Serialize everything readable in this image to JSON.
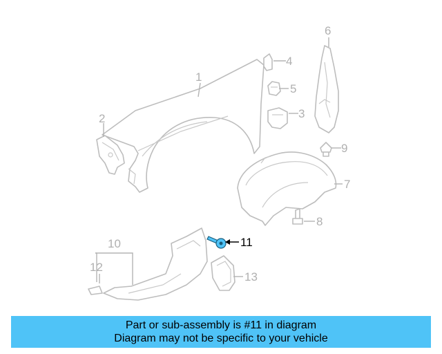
{
  "callouts": [
    "1",
    "2",
    "3",
    "4",
    "5",
    "6",
    "7",
    "8",
    "9",
    "10",
    "11",
    "12",
    "13"
  ],
  "highlighted_callout": "11",
  "colors": {
    "banner": "#4fc3f7",
    "highlight_part": "#4fc3f7",
    "line_art": "#bdbdbd",
    "callout_text": "#b0b0b0",
    "active_callout_text": "#000000"
  },
  "banner": {
    "line1": "Part or sub-assembly is #11 in diagram",
    "line2": "Diagram may not be specific to your vehicle"
  }
}
